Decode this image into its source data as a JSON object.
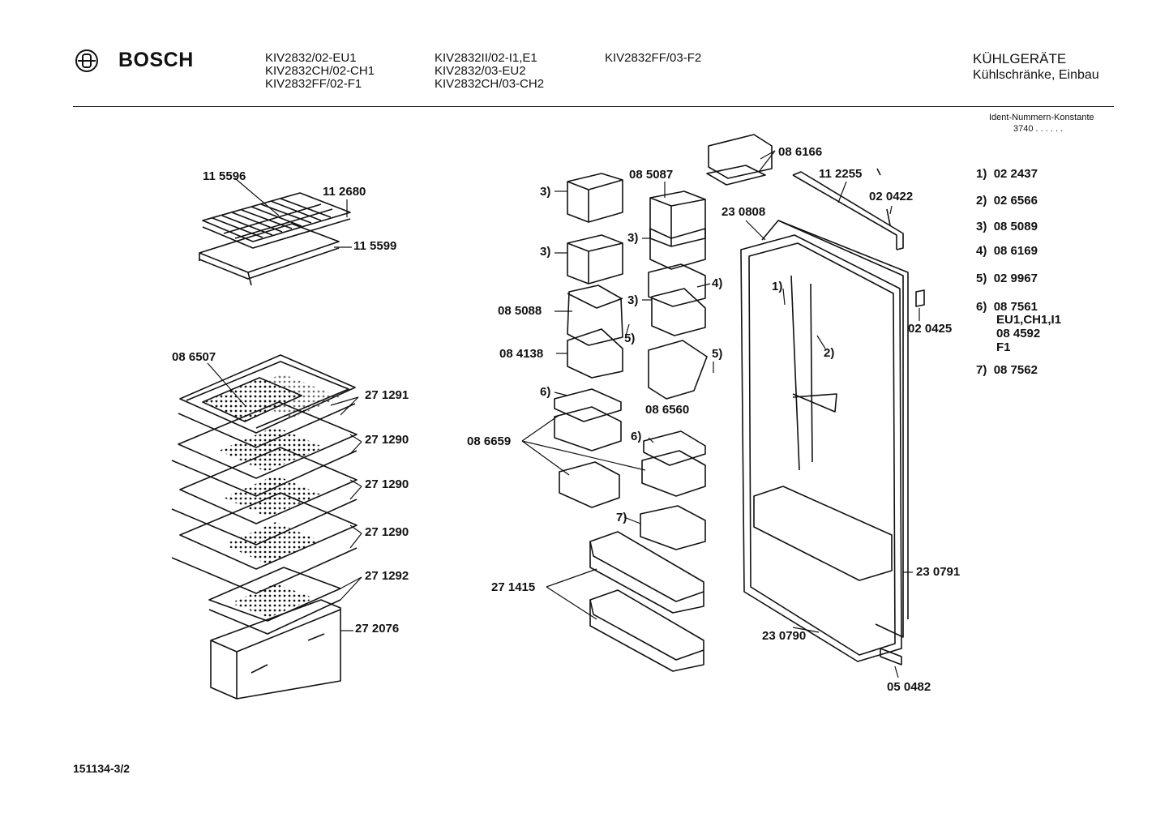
{
  "header": {
    "brand": "BOSCH",
    "models_col1": [
      "KIV2832/02-EU1",
      "KIV2832CH/02-CH1",
      "KIV2832FF/02-F1"
    ],
    "models_col2": [
      "KIV2832II/02-I1,E1",
      "KIV2832/03-EU2",
      "KIV2832CH/03-CH2"
    ],
    "models_col3": [
      "KIV2832FF/03-F2"
    ],
    "category": "KÜHLGERÄTE",
    "subcategory": "Kühlschränke, Einbau"
  },
  "ident": {
    "label": "Ident-Nummern-Konstante",
    "value": "3740  . .  . . . ."
  },
  "legend": [
    {
      "key": "1)",
      "lines": [
        "02 2437"
      ]
    },
    {
      "key": "2)",
      "lines": [
        "02 6566"
      ]
    },
    {
      "key": "3)",
      "lines": [
        "08 5089"
      ]
    },
    {
      "key": "4)",
      "lines": [
        "08 6169"
      ]
    },
    {
      "key": "5)",
      "lines": [
        "02 9967"
      ]
    },
    {
      "key": "6)",
      "lines": [
        "08 7561",
        "EU1,CH1,I1",
        "08 4592",
        "F1"
      ]
    },
    {
      "key": "7)",
      "lines": [
        "08 7562"
      ]
    }
  ],
  "callouts": {
    "c115596": "11 5596",
    "c112680": "11 2680",
    "c115599": "11 5599",
    "c086507": "08 6507",
    "c271291": "27 1291",
    "c271290a": "27 1290",
    "c271290b": "27 1290",
    "c271290c": "27 1290",
    "c271292": "27 1292",
    "c272076": "27 2076",
    "c085087": "08 5087",
    "c085088": "08 5088",
    "c084138": "08 4138",
    "c086560": "08 6560",
    "c086659": "08 6659",
    "c271415": "27 1415",
    "c086166": "08 6166",
    "c112255": "11 2255",
    "c020422": "02 0422",
    "c230808": "23 0808",
    "c020425": "02 0425",
    "c230791": "23 0791",
    "c230790": "23 0790",
    "c050482": "05 0482",
    "r3a": "3)",
    "r3b": "3)",
    "r3c": "3)",
    "r3d": "3)",
    "r4": "4)",
    "r5a": "5)",
    "r5b": "5)",
    "r6a": "6)",
    "r6b": "6)",
    "r7": "7)",
    "r1": "1)",
    "r2": "2)"
  },
  "footer": {
    "doc_id": "151134-3/2"
  }
}
